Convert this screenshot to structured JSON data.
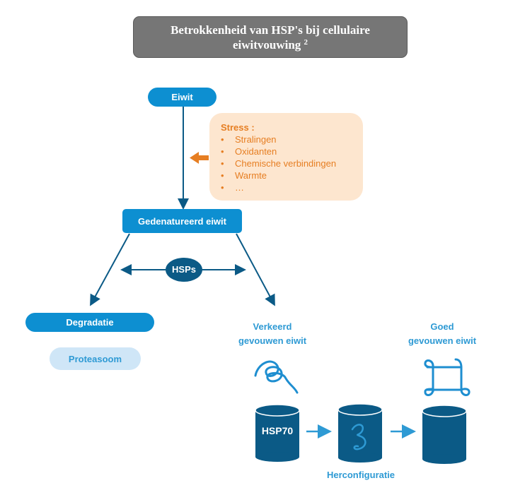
{
  "title": {
    "line1": "Betrokkenheid van HSP's bij cellulaire",
    "line2": "eiwitvouwing",
    "superscript": "2"
  },
  "nodes": {
    "eiwit": "Eiwit",
    "gedenatureerd": "Gedenatureerd eiwit",
    "hsps": "HSPs",
    "degradatie": "Degradatie",
    "proteasoom": "Proteasoom",
    "verkeerd_line1": "Verkeerd",
    "verkeerd_line2": "gevouwen eiwit",
    "goed_line1": "Goed",
    "goed_line2": "gevouwen eiwit",
    "hsp70": "HSP70",
    "herconfiguratie": "Herconfiguratie"
  },
  "stress": {
    "title": "Stress :",
    "items": [
      "Stralingen",
      "Oxidanten",
      "Chemische verbindingen",
      "Warmte",
      "…"
    ],
    "bullet": "•"
  },
  "colors": {
    "primary_blue": "#0d8fd1",
    "dark_blue": "#0b5a86",
    "light_blue": "#cfe6f7",
    "orange": "#e67e22",
    "orange_bg": "#fde6cf",
    "title_gray": "#767676"
  }
}
